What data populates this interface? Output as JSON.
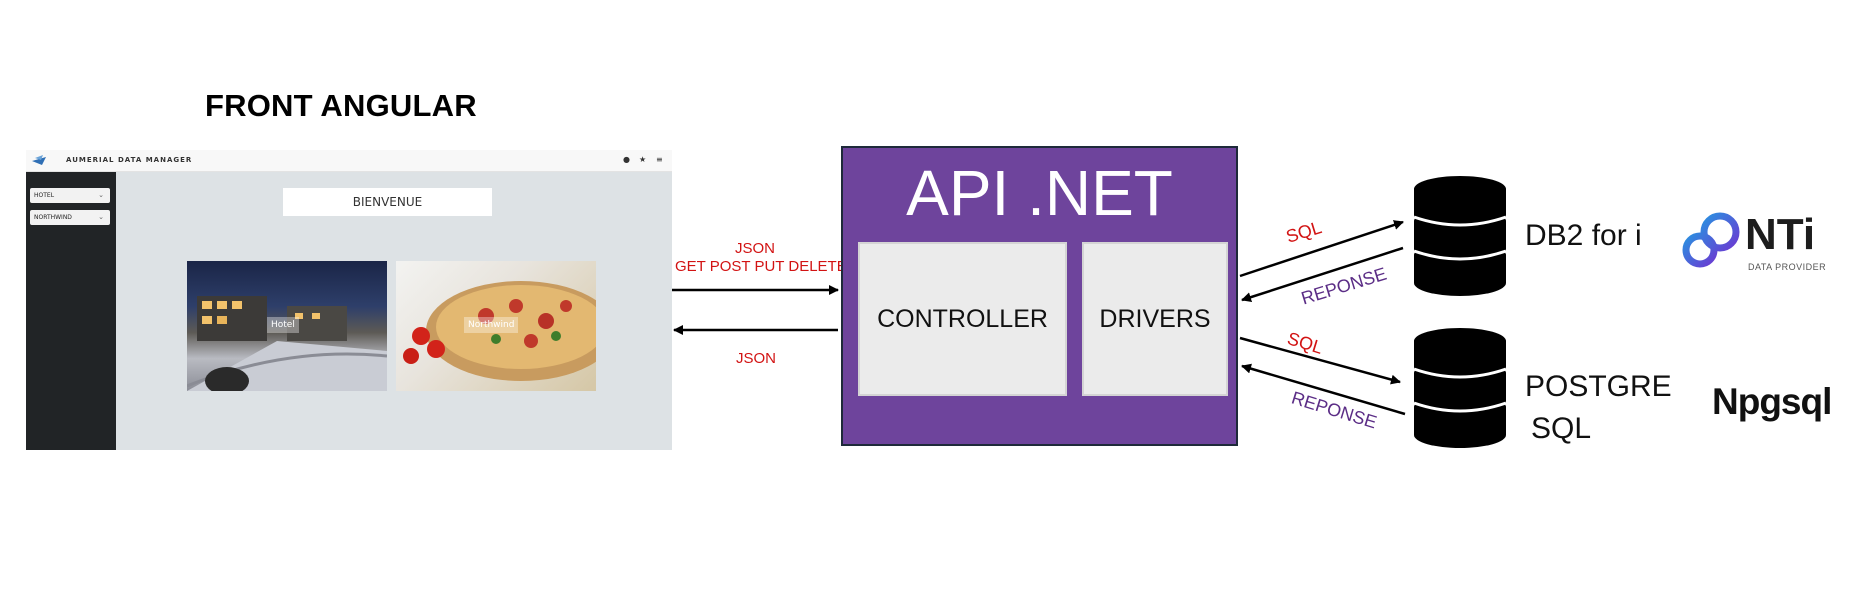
{
  "front": {
    "title": "FRONT ANGULAR",
    "app": {
      "title": "AUMERIAL DATA MANAGER",
      "selects": [
        "HOTEL",
        "NORTHWIND"
      ],
      "welcome": "BIENVENUE",
      "cards": [
        "Hotel",
        "Northwind"
      ]
    }
  },
  "api": {
    "title": "API .NET",
    "controller": "CONTROLLER",
    "drivers": "DRIVERS"
  },
  "links": {
    "json_request": "JSON",
    "methods": "GET POST PUT DELETE",
    "json_response": "JSON",
    "sql_db2": "SQL",
    "reponse_db2": "REPONSE",
    "sql_pg": "SQL",
    "reponse_pg": "REPONSE"
  },
  "databases": {
    "db2": "DB2 for i",
    "postgres_line1": "POSTGRE",
    "postgres_line2": "SQL"
  },
  "logos": {
    "nti": "NTi",
    "nti_sub": "DATA PROVIDER",
    "npgsql": "Npgsql"
  },
  "colors": {
    "api_purple": "#6e449c",
    "request_red": "#d21313",
    "response_purple": "#5b2d86"
  }
}
